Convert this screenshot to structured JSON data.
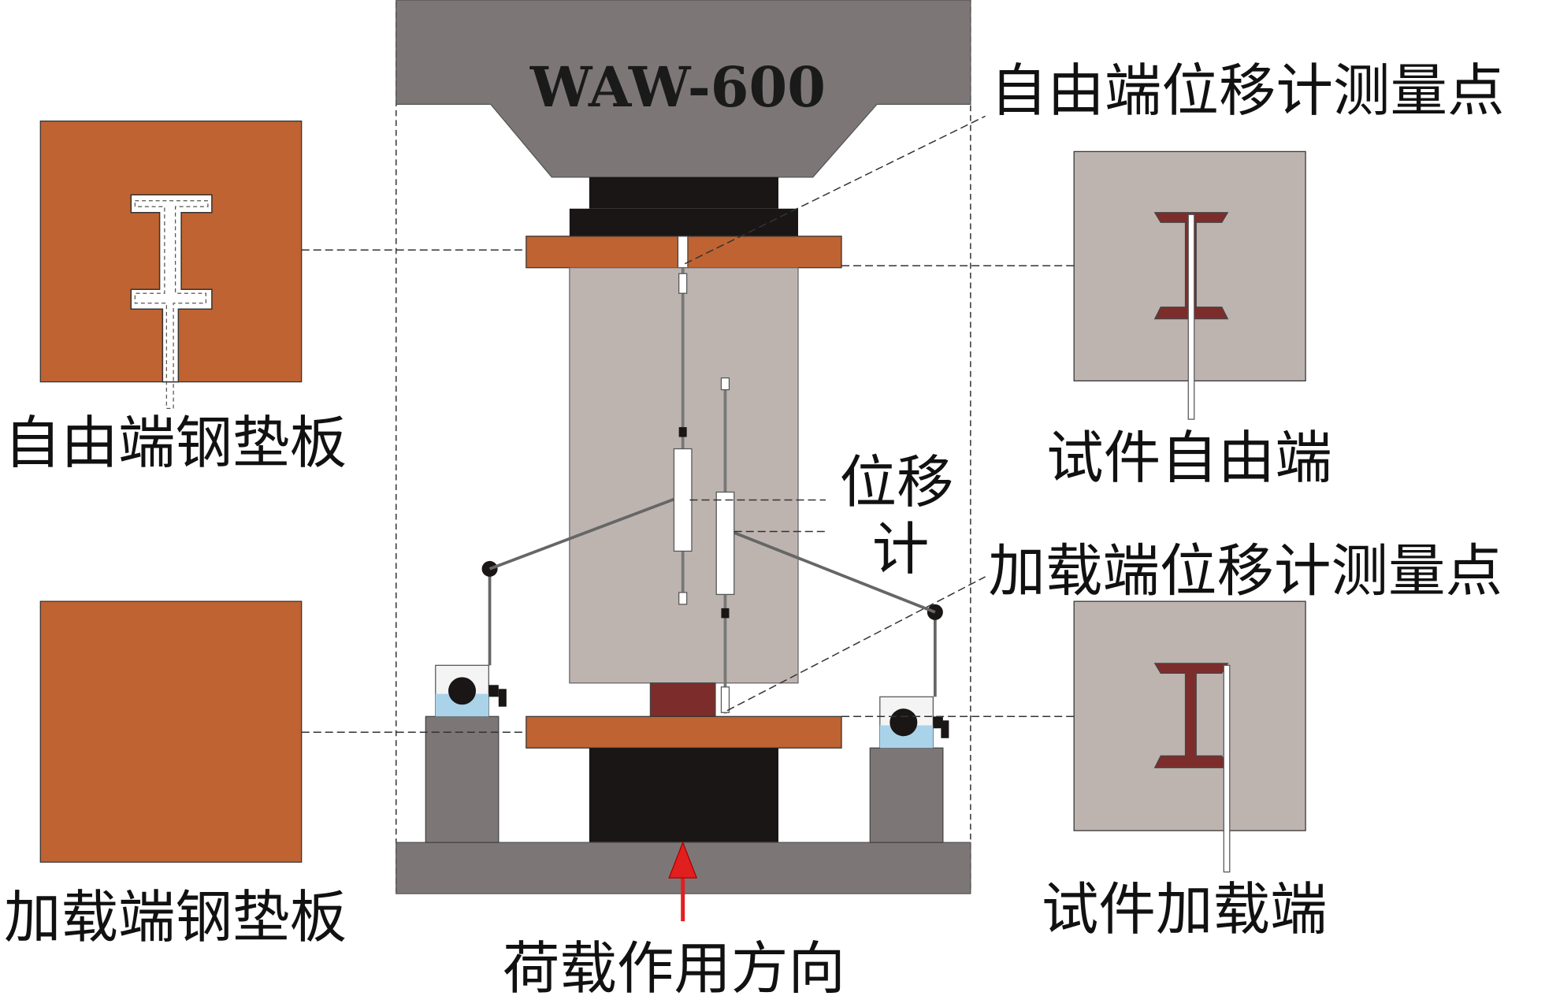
{
  "machine": {
    "model": "WAW-600"
  },
  "labels": {
    "free_end_gauge_point": "自由端位移计测量点",
    "free_end_steel_pad": "自由端钢垫板",
    "specimen_free_end": "试件自由端",
    "displacement_gauge_line1": "位移",
    "displacement_gauge_line2": "计",
    "loading_end_gauge_point": "加载端位移计测量点",
    "specimen_loading_end": "试件加载端",
    "loading_end_steel_pad": "加载端钢垫板",
    "load_direction": "荷载作用方向"
  },
  "colors": {
    "machine_gray": "#7d7677",
    "steel_pad_orange": "#bf6333",
    "concrete_gray": "#bdb4b0",
    "steel_section_red": "#7c2d2b",
    "black_block": "#1a1616",
    "magnet_base_blue": "#aad3ea",
    "arrow_red": "#e21f1f"
  },
  "icons": {
    "load_arrow": "up-arrow-icon",
    "i_section": "i-beam-icon"
  }
}
